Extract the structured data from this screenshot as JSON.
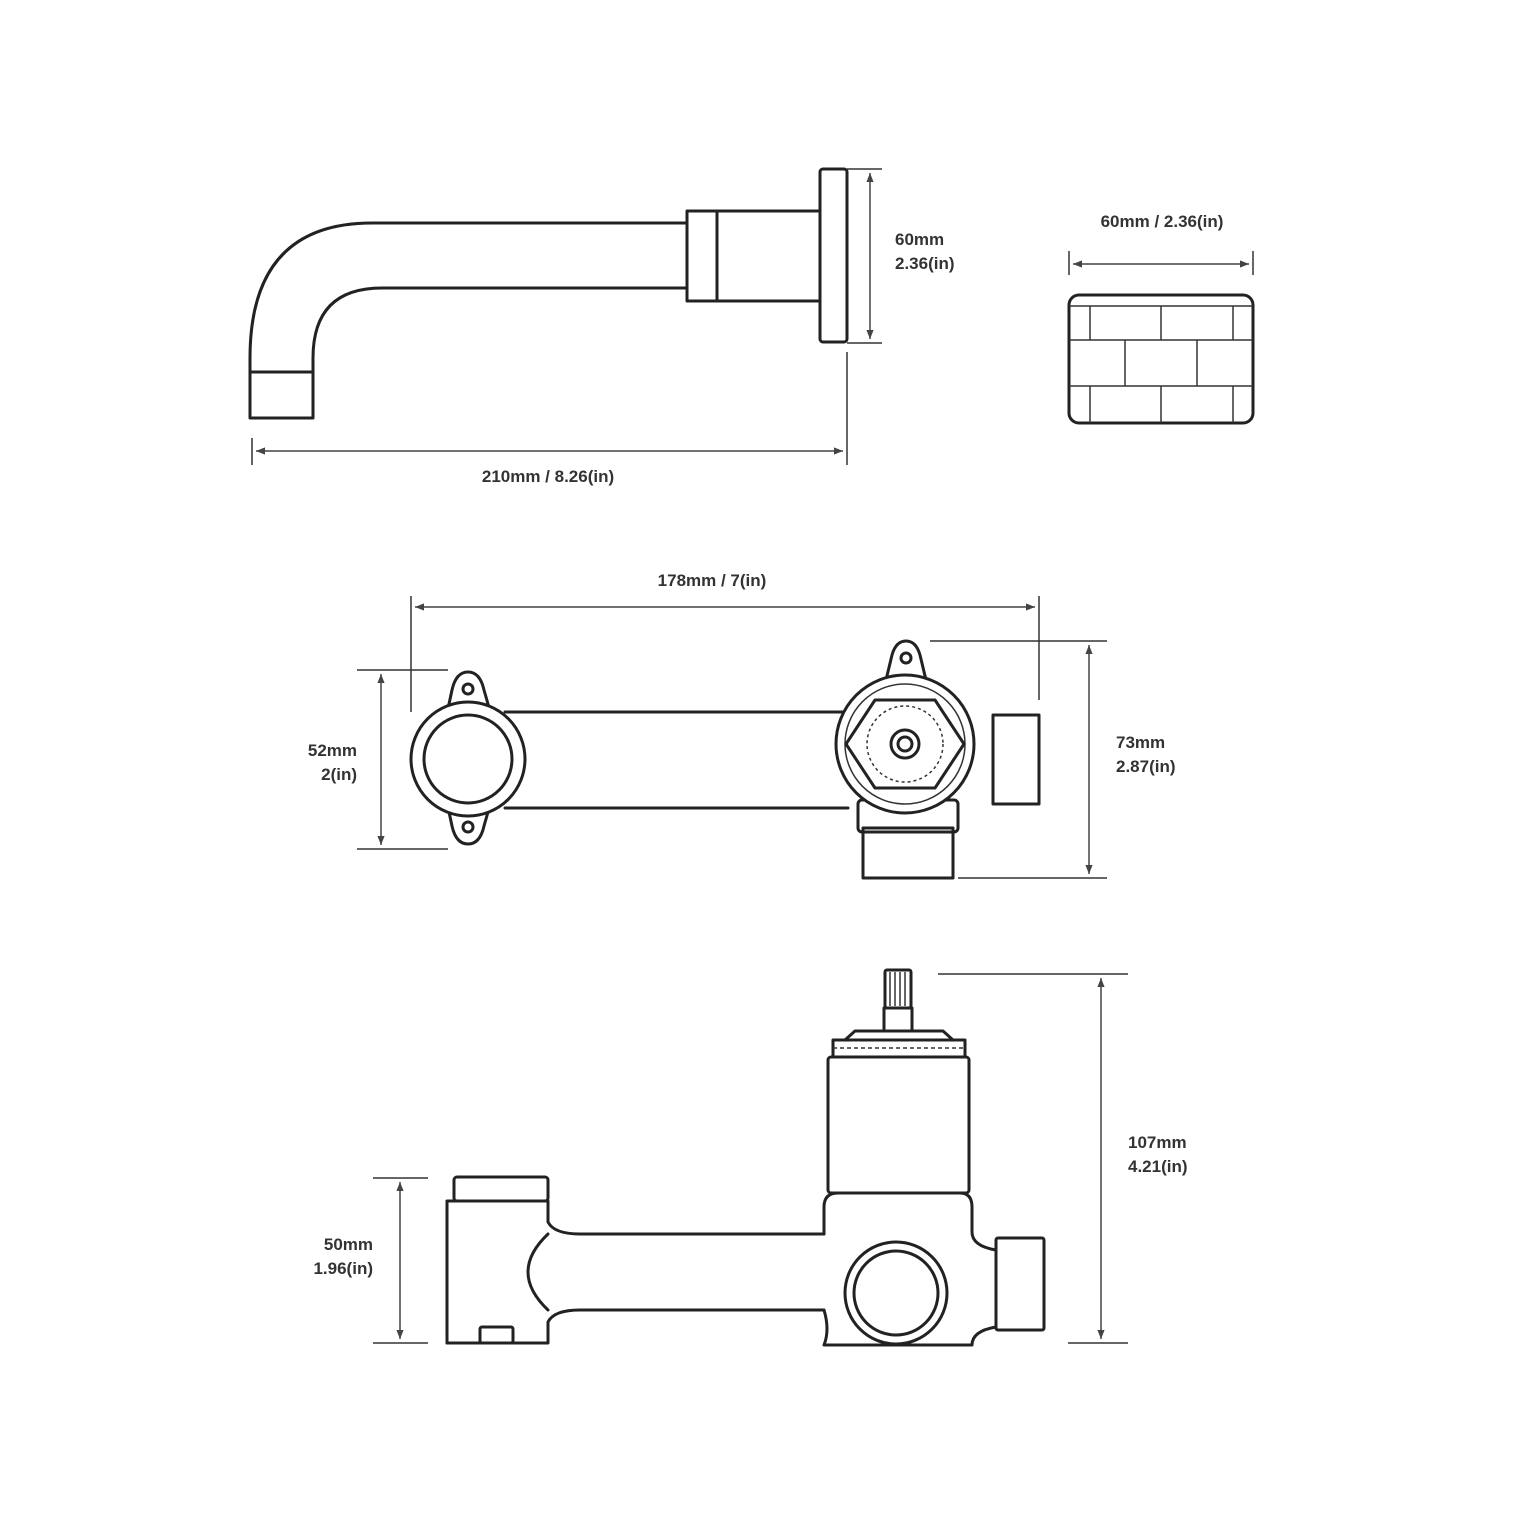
{
  "colors": {
    "line": "#222222",
    "dimension": "#444444",
    "text": "#333333",
    "background": "#ffffff"
  },
  "views": {
    "spout_side": {
      "height_mm": "60mm",
      "height_in": "2.36(in)",
      "length": "210mm / 8.26(in)"
    },
    "spout_plate": {
      "width": "60mm / 2.36(in)"
    },
    "body_top": {
      "width": "178mm / 7(in)",
      "left_height_mm": "52mm",
      "left_height_in": "2(in)",
      "right_height_mm": "73mm",
      "right_height_in": "2.87(in)"
    },
    "body_side": {
      "left_height_mm": "50mm",
      "left_height_in": "1.96(in)",
      "total_height_mm": "107mm",
      "total_height_in": "4.21(in)"
    }
  }
}
